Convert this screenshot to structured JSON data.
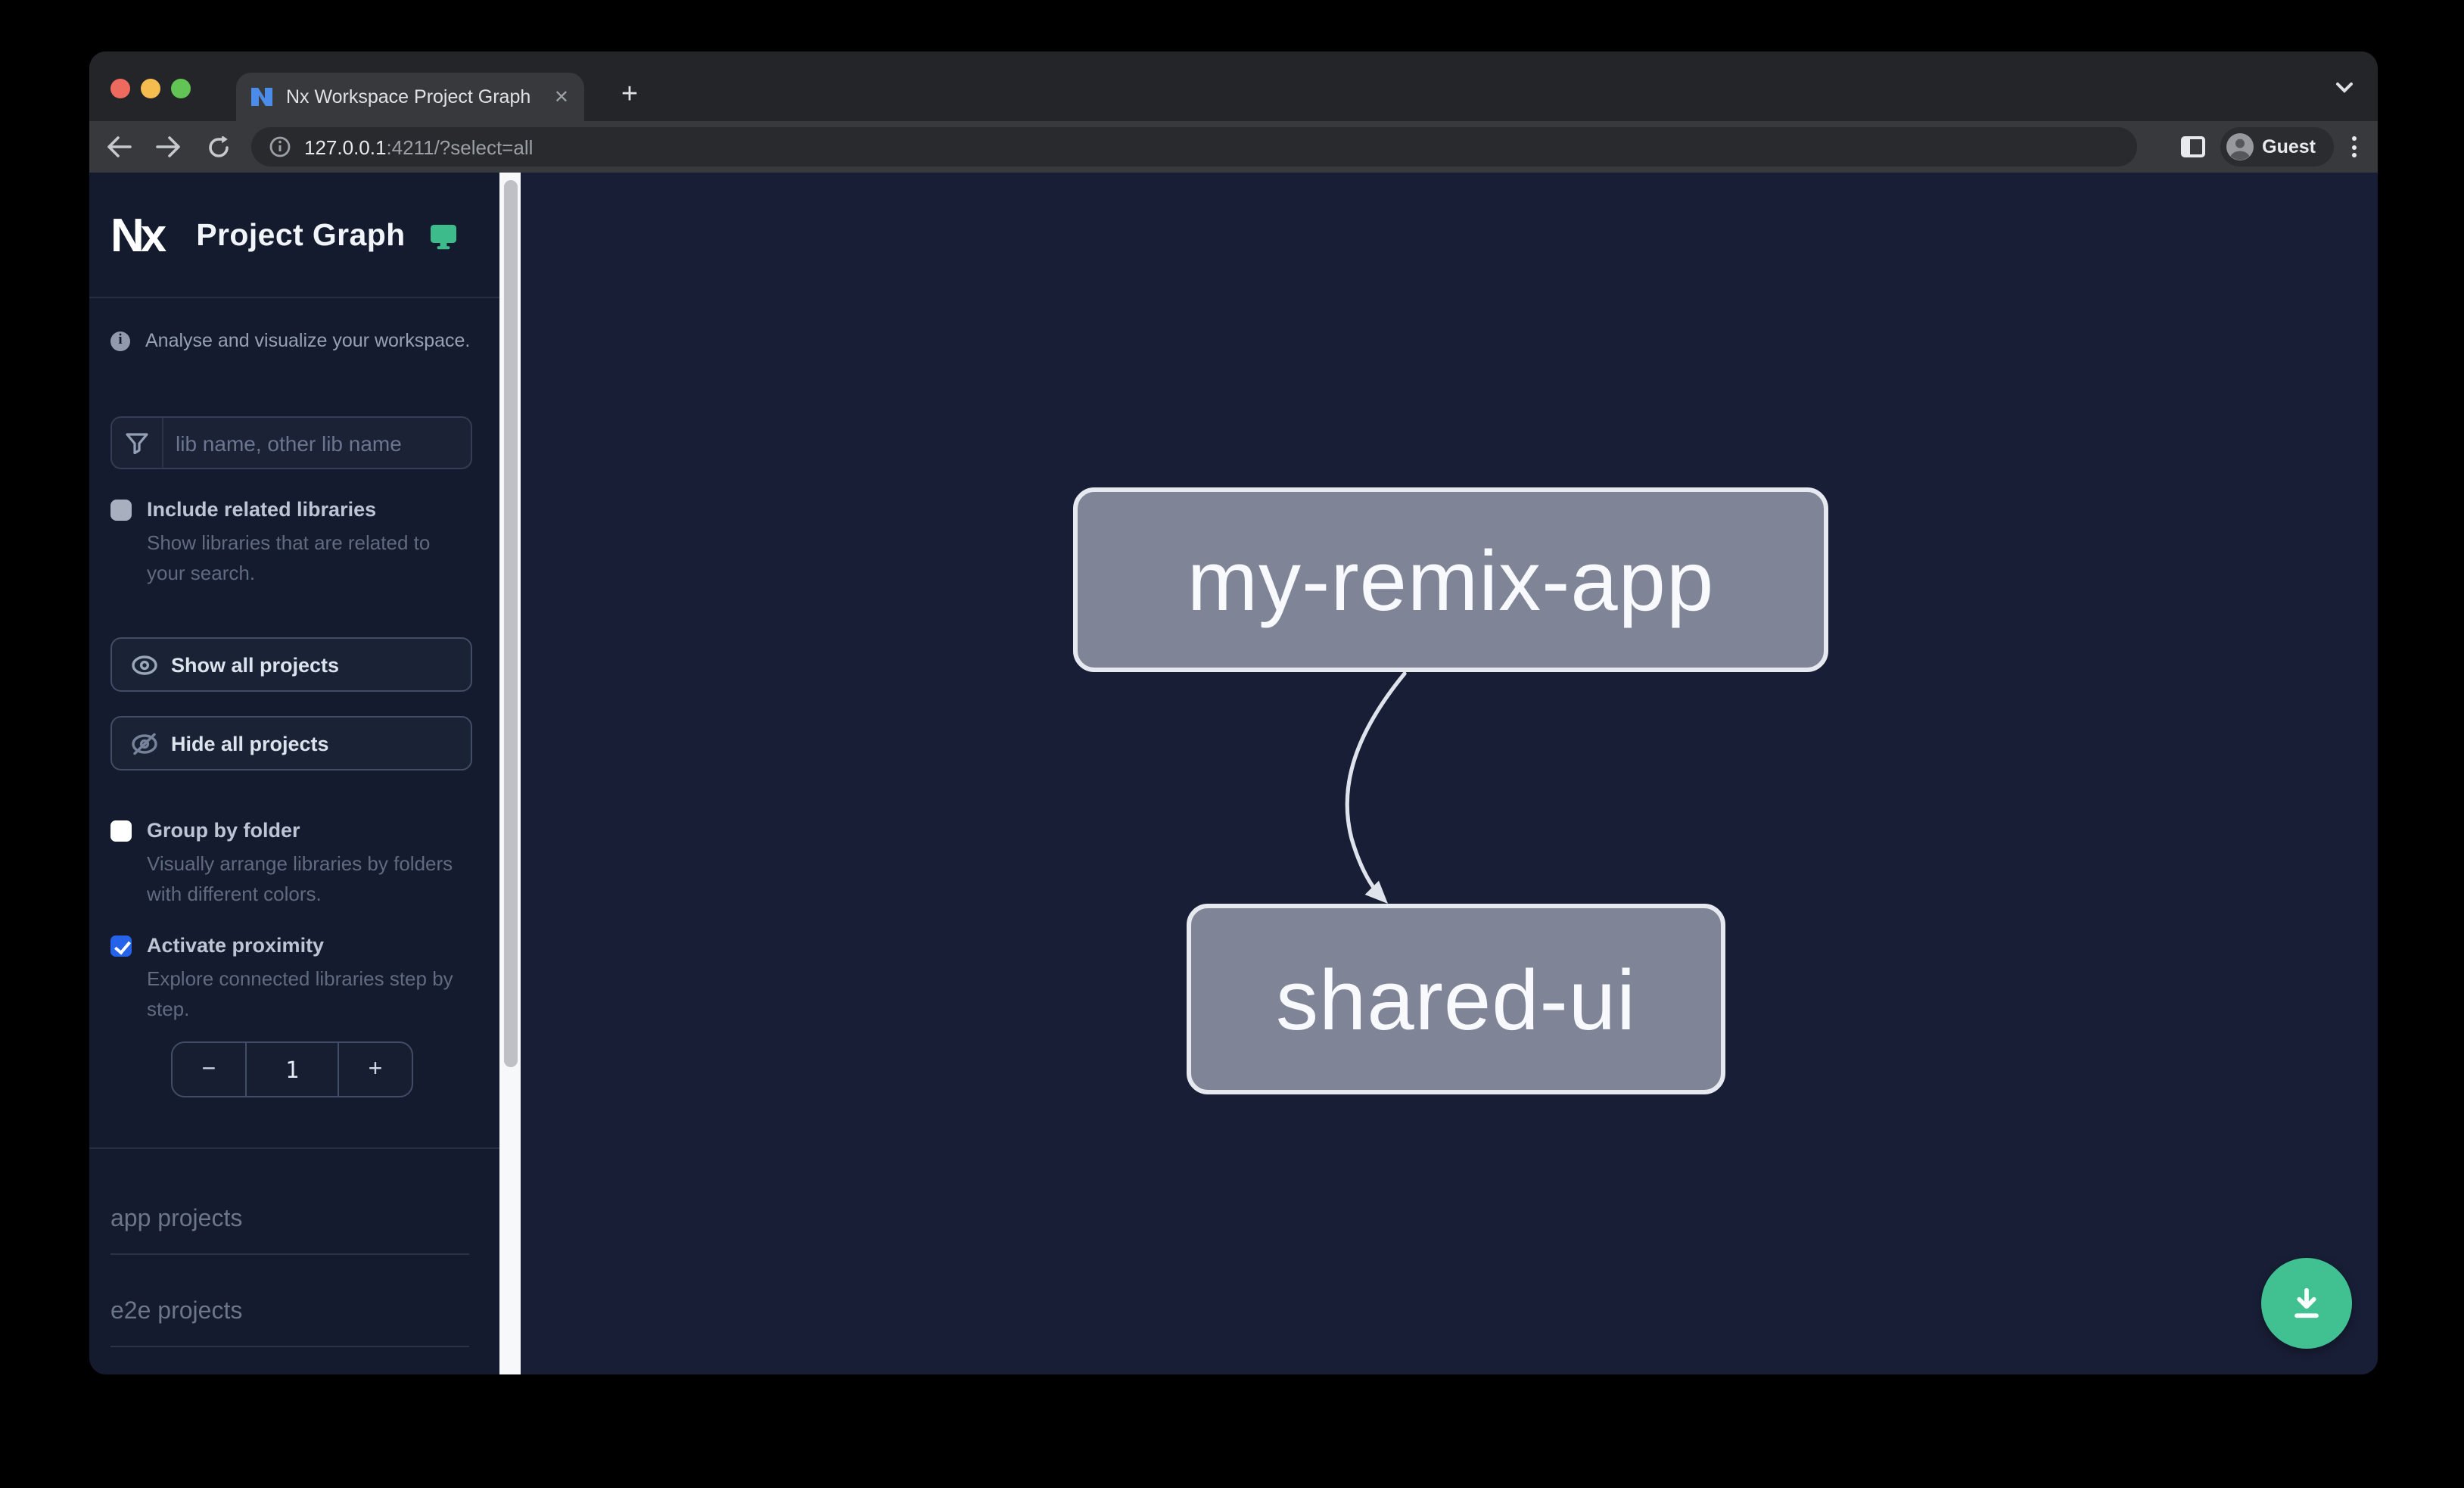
{
  "browser": {
    "tab_title": "Nx Workspace Project Graph",
    "tab_close_glyph": "✕",
    "new_tab_glyph": "+",
    "url_host": "127.0.0.1",
    "url_rest": ":4211/?select=all",
    "profile_label": "Guest"
  },
  "sidebar": {
    "logo_text": "Nx",
    "app_title": "Project Graph",
    "tagline": "Analyse and visualize your workspace.",
    "search_placeholder": "lib name, other lib name",
    "include_related": {
      "label": "Include related libraries",
      "description": "Show libraries that are related to your search.",
      "checked": false
    },
    "show_all_label": "Show all projects",
    "hide_all_label": "Hide all projects",
    "group_by_folder": {
      "label": "Group by folder",
      "description": "Visually arrange libraries by folders with different colors.",
      "checked": false
    },
    "activate_proximity": {
      "label": "Activate proximity",
      "description": "Explore connected libraries step by step.",
      "checked": true
    },
    "proximity_stepper": {
      "decrement": "−",
      "value": "1",
      "increment": "+"
    },
    "sections": [
      {
        "label": "app projects"
      },
      {
        "label": "e2e projects"
      }
    ]
  },
  "graph": {
    "nodes": [
      {
        "id": "my-remix-app"
      },
      {
        "id": "shared-ui"
      }
    ],
    "edges": [
      {
        "source": "my-remix-app",
        "target": "shared-ui"
      }
    ]
  },
  "colors": {
    "sidebar_bg": "#151b2e",
    "canvas_bg": "#181e36",
    "node_fill": "#7f8496",
    "node_border": "#e6e9f0",
    "monitor_icon_green": "#3dbb8a",
    "download_button_green": "#41c192",
    "checkbox_checked_blue": "#2563eb"
  }
}
